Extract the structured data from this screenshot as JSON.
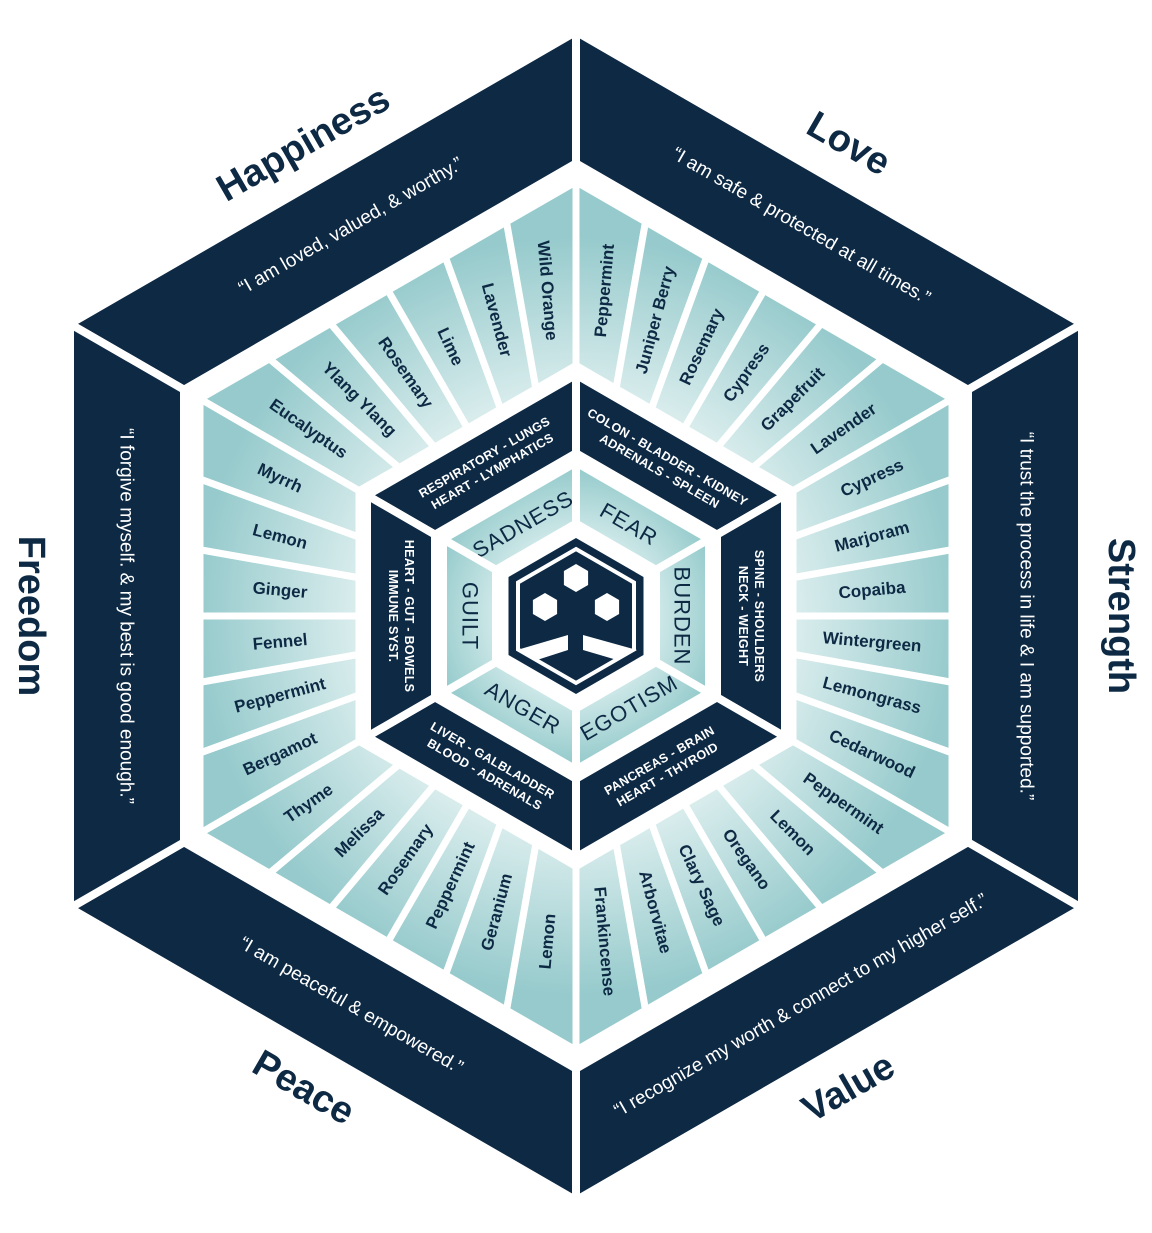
{
  "colors": {
    "navy": "#0d2944",
    "teal_dark": "#96cacc",
    "teal_light": "#e2f1f1",
    "gap": "#ffffff"
  },
  "center_logo": "hexagon-tree-logo-icon",
  "sectors": [
    {
      "title": "Happiness",
      "side_angle": 240,
      "quote": "“I am loved, valued, & worthy.”",
      "body": [
        "RESPIRATORY - LUNGS",
        "HEART - LYMPHATICS"
      ],
      "emotion": "SADNESS",
      "oils": [
        "Eucalyptus",
        "Ylang Ylang",
        "Rosemary",
        "Lime",
        "Lavender",
        "Wild Orange"
      ]
    },
    {
      "title": "Love",
      "side_angle": 300,
      "quote": "“I am safe & protected at all times.”",
      "body": [
        "COLON - BLADDER - KIDNEY",
        "ADRENALS - SPLEEN"
      ],
      "emotion": "FEAR",
      "oils": [
        "Peppermint",
        "Juniper Berry",
        "Rosemary",
        "Cypress",
        "Grapefruit",
        "Lavender"
      ]
    },
    {
      "title": "Strength",
      "side_angle": 0,
      "quote": "“I trust the process in life &  I am supported.”",
      "body": [
        "SPINE - SHOULDERS",
        "NECK - WEIGHT"
      ],
      "emotion": "BURDEN",
      "oils": [
        "Cypress",
        "Marjoram",
        "Copaiba",
        "Wintergreen",
        "Lemongrass",
        "Cedarwood"
      ]
    },
    {
      "title": "Value",
      "side_angle": 60,
      "quote": "“I recognize my worth & connect to my higher self.”",
      "body": [
        "PANCREAS - BRAIN",
        "HEART - THYROID"
      ],
      "emotion": "EGOTISM",
      "oils": [
        "Peppermint",
        "Lemon",
        "Oregano",
        "Clary Sage",
        "Arborvitae",
        "Frankincense"
      ]
    },
    {
      "title": "Peace",
      "side_angle": 120,
      "quote": "“I am peaceful & empowered.”",
      "body": [
        "LIVER - GALBLADDER",
        "BLOOD - ADRENALS"
      ],
      "emotion": "ANGER",
      "oils": [
        "Lemon",
        "Geranium",
        "Peppermint",
        "Rosemary",
        "Melissa",
        "Thyme"
      ]
    },
    {
      "title": "Freedom",
      "side_angle": 180,
      "quote": "“I forgive myself. & my best is good enough.”",
      "body": [
        "HEART - GUT - BOWELS",
        "IMMUNE SYST."
      ],
      "emotion": "GUILT",
      "oils": [
        "Bergamot",
        "Peppermint",
        "Fennel",
        "Ginger",
        "Lemon",
        "Myrrh"
      ]
    }
  ]
}
